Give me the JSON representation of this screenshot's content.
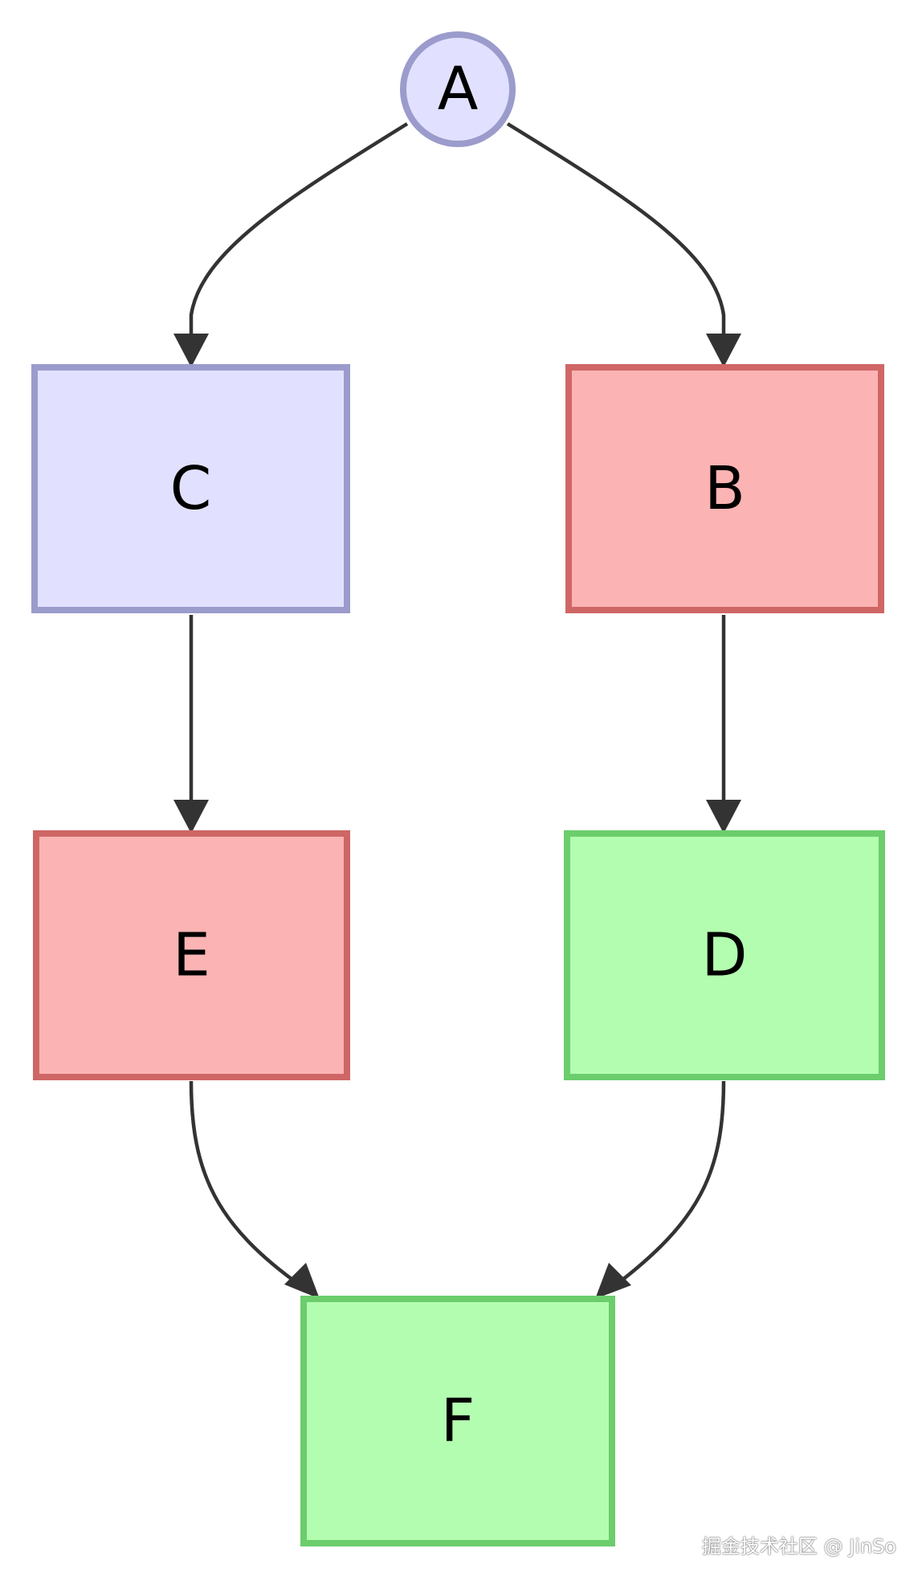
{
  "diagram": {
    "type": "flowchart",
    "nodes": [
      {
        "id": "A",
        "label": "A",
        "shape": "circle",
        "fill": "#e1e1ff",
        "stroke": "#9b9bcc"
      },
      {
        "id": "C",
        "label": "C",
        "shape": "rect",
        "fill": "#e1e1ff",
        "stroke": "#9b9bcc"
      },
      {
        "id": "B",
        "label": "B",
        "shape": "rect",
        "fill": "#fbb3b3",
        "stroke": "#cf6666"
      },
      {
        "id": "E",
        "label": "E",
        "shape": "rect",
        "fill": "#fbb3b3",
        "stroke": "#cf6666"
      },
      {
        "id": "D",
        "label": "D",
        "shape": "rect",
        "fill": "#b3fdb0",
        "stroke": "#6ccd6c"
      },
      {
        "id": "F",
        "label": "F",
        "shape": "rect",
        "fill": "#b3fdb0",
        "stroke": "#6ccd6c"
      }
    ],
    "edges": [
      {
        "from": "A",
        "to": "C"
      },
      {
        "from": "A",
        "to": "B"
      },
      {
        "from": "C",
        "to": "E"
      },
      {
        "from": "B",
        "to": "D"
      },
      {
        "from": "E",
        "to": "F"
      },
      {
        "from": "D",
        "to": "F"
      }
    ],
    "edge_color": "#333333"
  },
  "watermark": {
    "text": "掘金技术社区 @ JinSo"
  }
}
